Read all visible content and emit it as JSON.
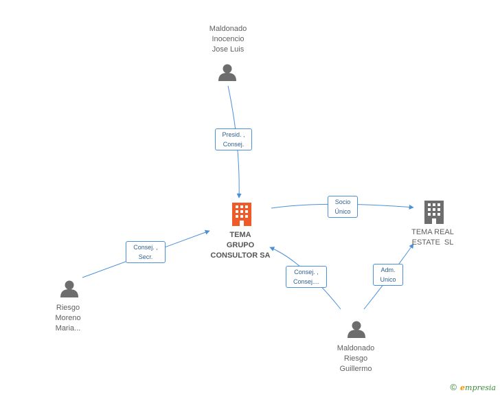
{
  "nodes": {
    "maldonado_inocencio": {
      "lines": [
        "Maldonado",
        "Inocencio",
        "Jose Luis"
      ],
      "icon": "person-icon"
    },
    "tema_grupo": {
      "lines": [
        "TEMA",
        "GRUPO",
        "CONSULTOR SA"
      ],
      "icon": "building-icon",
      "color": "#f05a28"
    },
    "tema_real_estate": {
      "lines": [
        "TEMA REAL",
        "ESTATE  SL"
      ],
      "icon": "building-icon",
      "color": "#6d6d6d"
    },
    "riesgo_moreno": {
      "lines": [
        "Riesgo",
        "Moreno",
        "Maria..."
      ],
      "icon": "person-icon"
    },
    "maldonado_riesgo": {
      "lines": [
        "Maldonado",
        "Riesgo",
        "Guillermo"
      ],
      "icon": "person-icon"
    }
  },
  "edges": {
    "presid": {
      "lines": [
        "Presid. ,",
        "Consej."
      ]
    },
    "socio": {
      "lines": [
        "Socio",
        "Único"
      ]
    },
    "consej_secr": {
      "lines": [
        "Consej. ,",
        "Secr."
      ]
    },
    "consej_consej": {
      "lines": [
        "Consej. ,",
        "Consej...."
      ]
    },
    "adm": {
      "lines": [
        "Adm.",
        "Unico"
      ]
    }
  },
  "colors": {
    "edge": "#4a90d9",
    "person": "#6d6d6d"
  },
  "footer": {
    "symbol": "©",
    "brand_initial": "e",
    "brand_rest": "mpresia"
  }
}
